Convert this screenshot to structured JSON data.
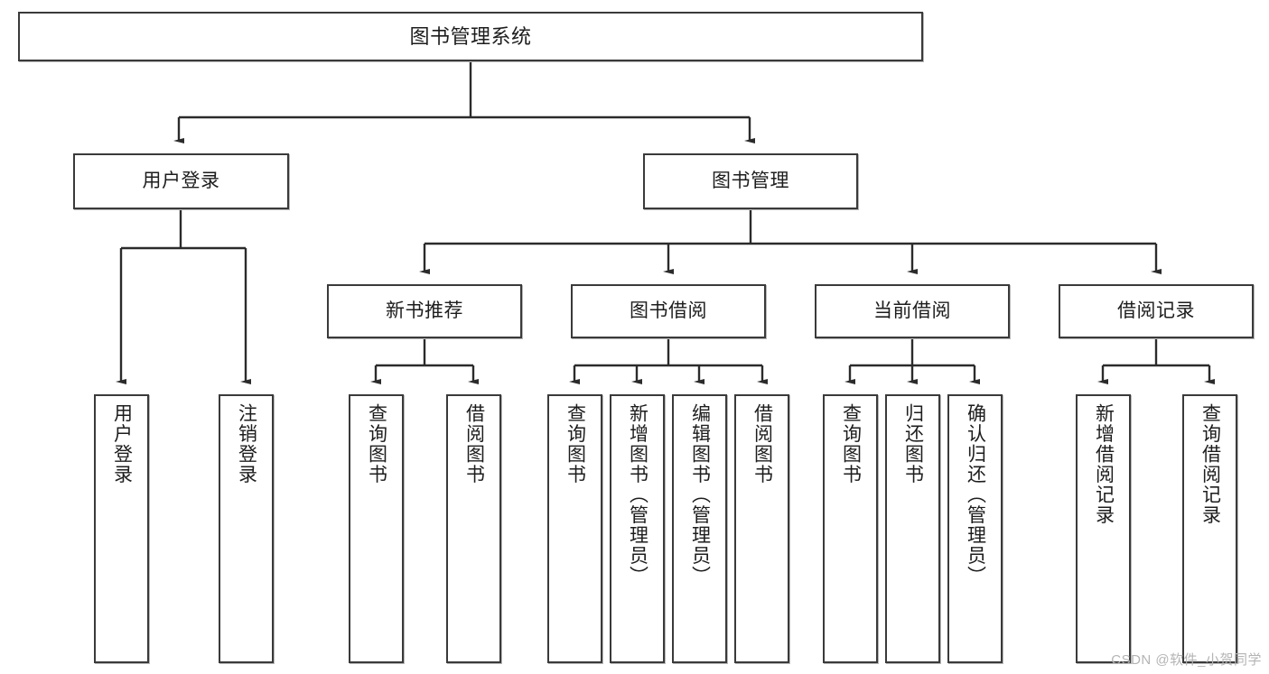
{
  "diagram": {
    "title": "图书管理系统",
    "type": "tree-hierarchy",
    "watermark": "CSDN @软件_小贺同学",
    "colors": {
      "background": "#ffffff",
      "node_border": "#3a3a3a",
      "node_fill": "#ffffff",
      "edge": "#2b2b2b",
      "text": "#1d1d1d",
      "watermark": "#b4b4b4"
    },
    "nodes": {
      "root": {
        "label": "图书管理系统"
      },
      "level2": [
        {
          "label": "用户登录"
        },
        {
          "label": "图书管理"
        }
      ],
      "level3": [
        {
          "label": "新书推荐"
        },
        {
          "label": "图书借阅"
        },
        {
          "label": "当前借阅"
        },
        {
          "label": "借阅记录"
        }
      ],
      "leaves": {
        "user_login": [
          {
            "label": "用户登录"
          },
          {
            "label": "注销登录"
          }
        ],
        "new_book_recommend": [
          {
            "label": "查询图书"
          },
          {
            "label": "借阅图书"
          }
        ],
        "book_borrow": [
          {
            "label": "查询图书"
          },
          {
            "label": "新增图书（管理员）"
          },
          {
            "label": "编辑图书（管理员）"
          },
          {
            "label": "借阅图书"
          }
        ],
        "current_borrow": [
          {
            "label": "查询图书"
          },
          {
            "label": "归还图书"
          },
          {
            "label": "确认归还（管理员）"
          }
        ],
        "borrow_record": [
          {
            "label": "新增借阅记录"
          },
          {
            "label": "查询借阅记录"
          }
        ]
      }
    }
  }
}
